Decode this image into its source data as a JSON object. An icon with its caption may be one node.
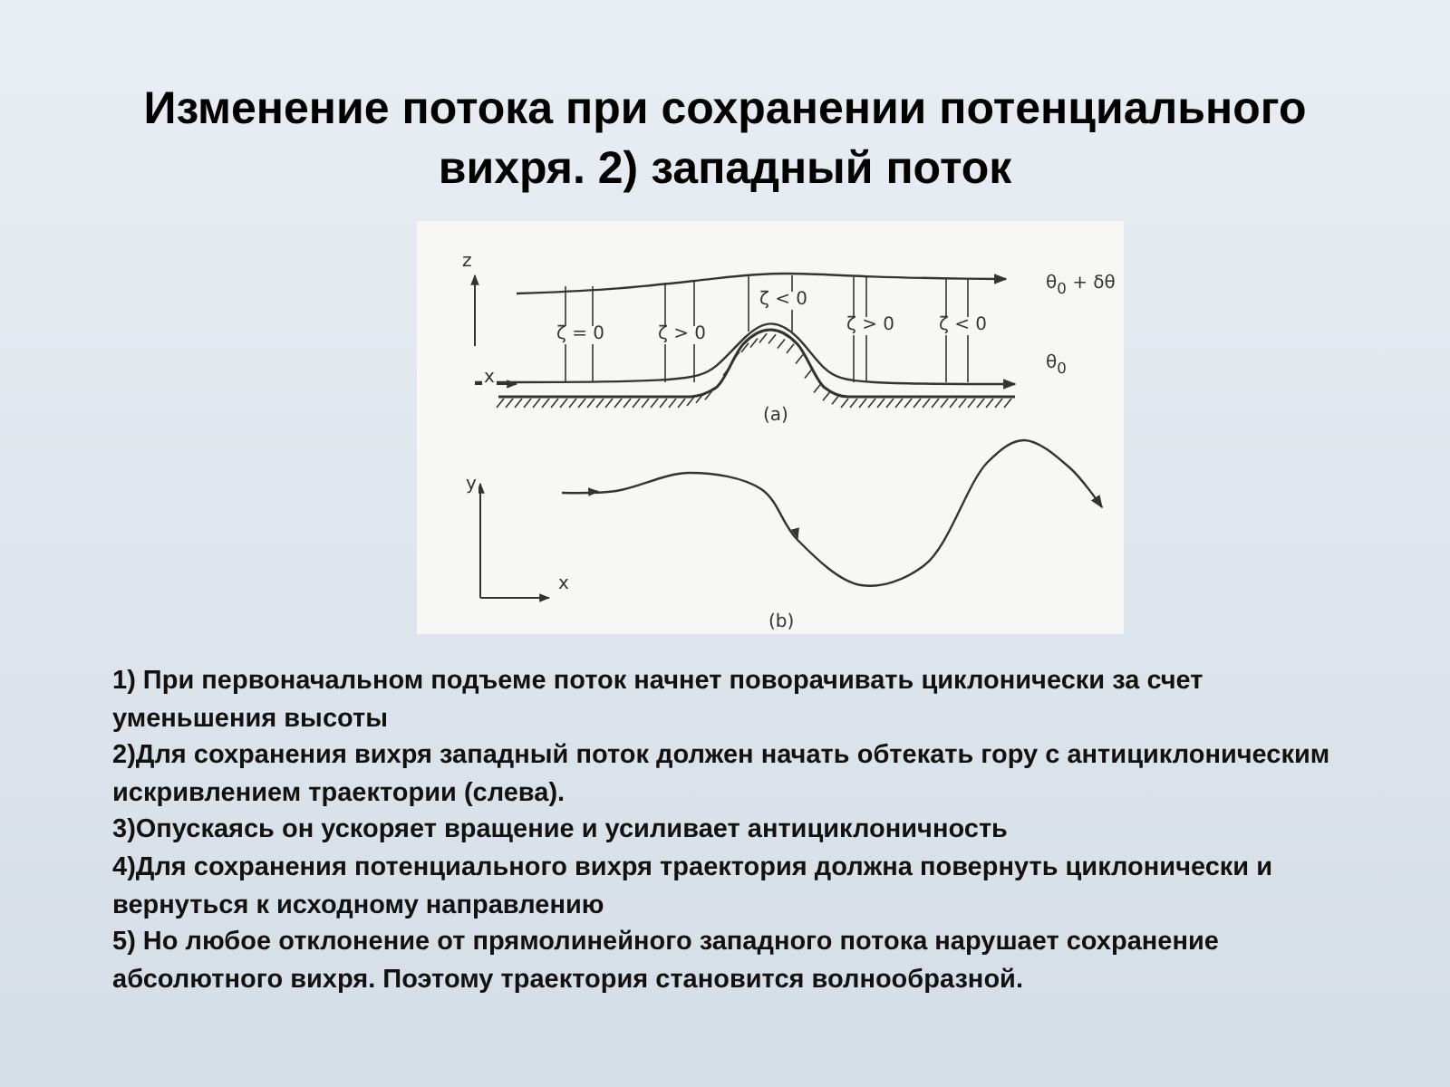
{
  "diagram": {
    "title": "Изменение потока при сохранении потенциального вихря. 2) западный поток",
    "labels": [
      "z",
      "x",
      "ζ = 0",
      "ζ > 0",
      "ζ < 0",
      "ζ > 0",
      "ζ < 0",
      "θ$_{0}$ + δθ",
      "θ$_{0}$",
      "(a)",
      "y",
      "x",
      "(b)",
      "1) При первоначальном подъеме поток начнет поворачивать циклонически за счет уменьшения высоты",
      "2)Для сохранения вихря западный поток должен начать обтекать гору с антициклоническим искривлением траектории (слева).",
      "3)Опускаясь он ускоряет вращение и усиливает антициклоничность",
      "4)Для сохранения потенциального вихря траектория должна повернуть циклонически и вернуться к исходному направлению",
      "5) Но любое отклонение от прямолинейного западного потока нарушает сохранение абсолютного вихря. Поэтому траектория становится волнообразной."
    ]
  }
}
